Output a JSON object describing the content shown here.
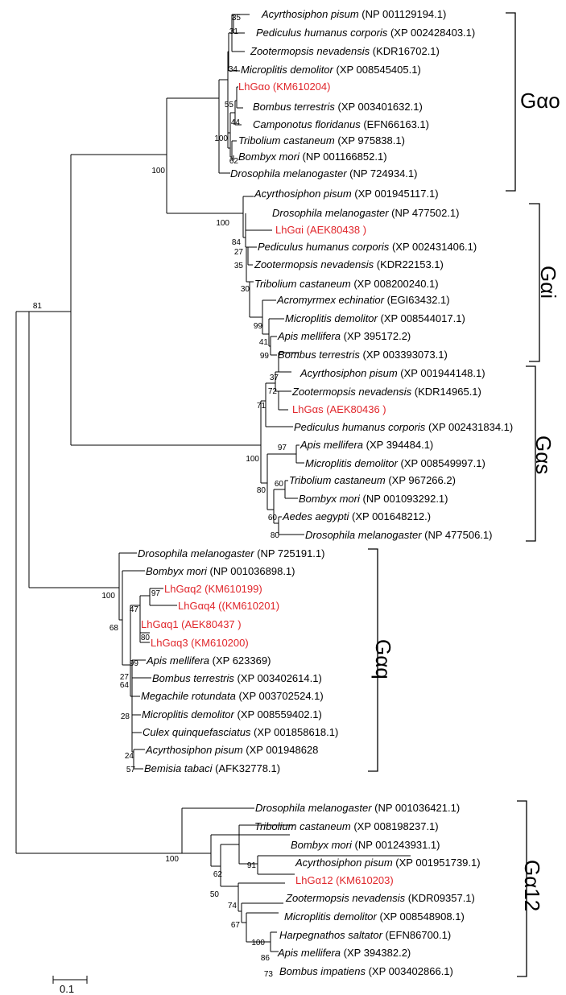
{
  "colors": {
    "highlight": "#e0262b",
    "default": "#000000"
  },
  "leaves": {
    "acy1": {
      "species": "Acyrthosiphon pisum",
      "acc": "(NP 001129194.1)"
    },
    "ped1": {
      "species": "Pediculus humanus corporis",
      "acc": "(XP 002428403.1)"
    },
    "zoo1": {
      "species": "Zootermopsis nevadensis",
      "acc": "(KDR16702.1)"
    },
    "mic1": {
      "species": "Microplitis demolitor",
      "acc": "(XP 008545405.1)"
    },
    "lho": {
      "species": "",
      "acc": "LhGαo (KM610204)",
      "highlight": true
    },
    "bom1": {
      "species": "Bombus terrestris",
      "acc": "(XP 003401632.1)"
    },
    "cam1": {
      "species": "Camponotus floridanus",
      "acc": "(EFN66163.1)"
    },
    "tri1": {
      "species": "Tribolium castaneum",
      "acc": "(XP 975838.1)"
    },
    "bmo1": {
      "species": "Bombyx mori",
      "acc": "(NP 001166852.1)"
    },
    "dro1": {
      "species": "Drosophila melanogaster",
      "acc": "(NP 724934.1)"
    },
    "acy2": {
      "species": "Acyrthosiphon pisum",
      "acc": "(XP 001945117.1)"
    },
    "dro2": {
      "species": "Drosophila melanogaster",
      "acc": "(NP 477502.1)"
    },
    "lhi": {
      "species": "",
      "acc": "LhGαi (AEK80438 )",
      "highlight": true
    },
    "ped2": {
      "species": "Pediculus humanus corporis",
      "acc": "(XP 002431406.1)"
    },
    "zoo2": {
      "species": "Zootermopsis nevadensis",
      "acc": "(KDR22153.1)"
    },
    "tri2": {
      "species": "Tribolium castaneum",
      "acc": "(XP 008200240.1)"
    },
    "acr2": {
      "species": "Acromyrmex echinatior",
      "acc": "(EGI63432.1)"
    },
    "mic2": {
      "species": "Microplitis demolitor",
      "acc": "(XP 008544017.1)"
    },
    "api2": {
      "species": "Apis mellifera",
      "acc": "(XP 395172.2)"
    },
    "bom2": {
      "species": "Bombus terrestris",
      "acc": "(XP 003393073.1)"
    },
    "acy3": {
      "species": "Acyrthosiphon pisum",
      "acc": "(XP 001944148.1)"
    },
    "zoo3": {
      "species": "Zootermopsis nevadensis",
      "acc": "(KDR14965.1)"
    },
    "lhs": {
      "species": "",
      "acc": "LhGαs (AEK80436 )",
      "highlight": true
    },
    "ped3": {
      "species": "Pediculus humanus corporis",
      "acc": "(XP 002431834.1)"
    },
    "api3": {
      "species": "Apis mellifera",
      "acc": "(XP 394484.1)"
    },
    "mic3": {
      "species": "Microplitis demolitor",
      "acc": "(XP 008549997.1)"
    },
    "tri3": {
      "species": "Tribolium castaneum",
      "acc": "(XP 967266.2)"
    },
    "bmo3": {
      "species": "Bombyx mori",
      "acc": "(NP 001093292.1)"
    },
    "aed3": {
      "species": "Aedes aegypti",
      "acc": "(XP 001648212.)"
    },
    "dro3": {
      "species": "Drosophila melanogaster",
      "acc": "(NP 477506.1)"
    },
    "dro4": {
      "species": "Drosophila melanogaster",
      "acc": "(NP 725191.1)"
    },
    "bmo4": {
      "species": "Bombyx mori",
      "acc": "(NP 001036898.1)"
    },
    "lhq2": {
      "species": "",
      "acc": "LhGαq2 (KM610199)",
      "highlight": true
    },
    "lhq4": {
      "species": "",
      "acc": "LhGαq4 ((KM610201)",
      "highlight": true
    },
    "lhq1": {
      "species": "",
      "acc": "LhGαq1 (AEK80437 )",
      "highlight": true
    },
    "lhq3": {
      "species": "",
      "acc": "LhGαq3 (KM610200)",
      "highlight": true
    },
    "api4": {
      "species": "Apis mellifera",
      "acc": "(XP 623369)"
    },
    "bom4": {
      "species": "Bombus terrestris",
      "acc": "(XP 003402614.1)"
    },
    "meg4": {
      "species": "Megachile rotundata",
      "acc": "(XP 003702524.1)"
    },
    "mic4": {
      "species": "Microplitis demolitor",
      "acc": "(XP 008559402.1)"
    },
    "cul4": {
      "species": "Culex quinquefasciatus",
      "acc": "(XP 001858618.1)"
    },
    "acy4": {
      "species": "Acyrthosiphon pisum",
      "acc": "(XP 001948628"
    },
    "bem4": {
      "species": "Bemisia tabaci",
      "acc": "(AFK32778.1)"
    },
    "dro5": {
      "species": "Drosophila melanogaster",
      "acc": "(NP 001036421.1)"
    },
    "tri5": {
      "species": "Tribolium castaneum",
      "acc": "(XP 008198237.1)"
    },
    "bmo5": {
      "species": "Bombyx mori",
      "acc": "(NP 001243931.1)"
    },
    "acy5": {
      "species": "Acyrthosiphon pisum",
      "acc": "(XP 001951739.1)"
    },
    "lh12": {
      "species": "",
      "acc": "LhGα12 (KM610203)",
      "highlight": true
    },
    "zoo5": {
      "species": "Zootermopsis nevadensis",
      "acc": "(KDR09357.1)"
    },
    "mic5": {
      "species": "Microplitis demolitor",
      "acc": "(XP 008548908.1)"
    },
    "har5": {
      "species": "Harpegnathos saltator",
      "acc": "(EFN86700.1)"
    },
    "api5": {
      "species": "Apis mellifera",
      "acc": "(XP 394382.2)"
    },
    "bmi5": {
      "species": "Bombus impatiens",
      "acc": "(XP 003402866.1)"
    }
  },
  "bootstrap": {
    "b35": "35",
    "b31": "31",
    "b34": "34",
    "b55": "55",
    "b44": "44",
    "b100o": "100",
    "b62o": "62",
    "b100go": "100",
    "b81": "81",
    "b100i": "100",
    "b84": "84",
    "b27i": "27",
    "b35i": "35",
    "b30": "30",
    "b99i": "99",
    "b41": "41",
    "b99b": "99",
    "b37": "37",
    "b72": "72",
    "b71": "71",
    "b97s": "97",
    "b100s": "100",
    "b80s": "80",
    "b60a": "60",
    "b60b": "60",
    "b80b": "80",
    "b100q": "100",
    "b47": "47",
    "b97q": "97",
    "b68": "68",
    "b80q": "80",
    "b99q": "99",
    "b27q": "27",
    "b64": "64",
    "b28": "28",
    "b24": "24",
    "b57": "57",
    "b100t": "100",
    "b62t": "62",
    "b50": "50",
    "b91": "91",
    "b74": "74",
    "b67": "67",
    "b100h": "100",
    "b86": "86",
    "b73": "73"
  },
  "clades": {
    "go": "Gαo",
    "gi": "Gαi",
    "gs": "Gαs",
    "gq": "Gαq",
    "g12": "Gα12"
  },
  "scale": {
    "label": "0.1"
  }
}
